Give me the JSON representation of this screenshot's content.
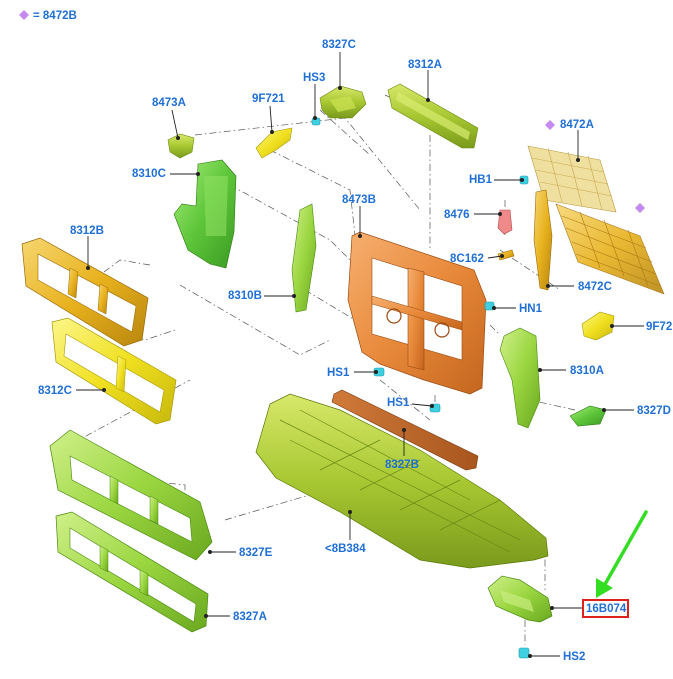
{
  "legend": {
    "text": "= 8472B",
    "marker_color": "#c58af0"
  },
  "labels": {
    "p8327C": "8327C",
    "pHS3": "HS3",
    "p8312A": "8312A",
    "p8473A": "8473A",
    "p9F721a": "9F721",
    "p8472A": "8472A",
    "p8310C": "8310C",
    "pHB1": "HB1",
    "p8473B": "8473B",
    "p8476": "8476",
    "p8312B": "8312B",
    "p8C162": "8C162",
    "p8472C": "8472C",
    "p8310B": "8310B",
    "pHN1": "HN1",
    "p9F721b": "9F72",
    "p8312C": "8312C",
    "pHS1a": "HS1",
    "p8310A": "8310A",
    "pHS1b": "HS1",
    "p8327D": "8327D",
    "p8327B": "8327B",
    "p8327E": "8327E",
    "p8B384": "<8B384",
    "p8327A": "8327A",
    "p16B074": "16B074",
    "pHS2": "HS2"
  },
  "colors": {
    "label": "#1f6fd6",
    "orange": "#e8893a",
    "yellow_green": "#a8c832",
    "green": "#5ec63a",
    "gold": "#e8b21e",
    "yellow": "#f0e020",
    "cyan": "#3ed0e0",
    "highlight_border": "#e0201a",
    "arrow": "#33dd22"
  }
}
